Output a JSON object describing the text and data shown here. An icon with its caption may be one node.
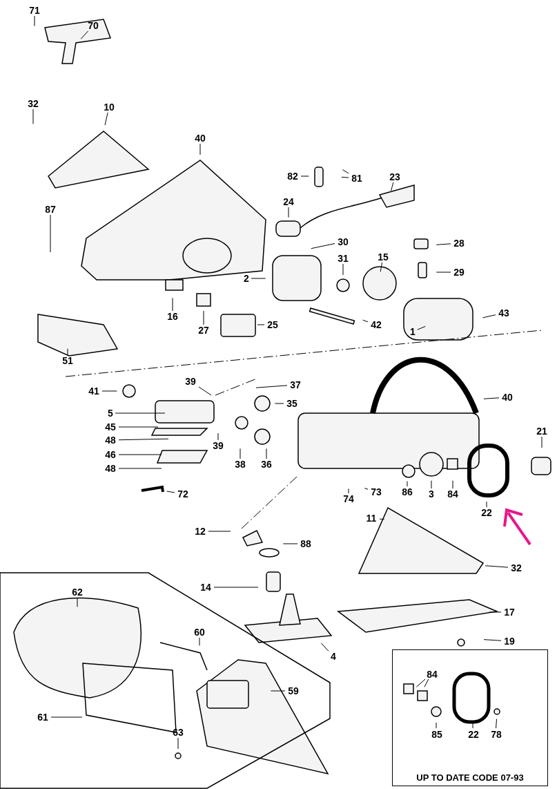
{
  "diagram": {
    "nodes": [
      {
        "text": [],
        "shape": "box"
      },
      {
        "text": [
          "UP TO DATE CODE 07-93"
        ]
      },
      {
        "text": [
          "71"
        ]
      },
      {
        "text": [
          "70"
        ]
      },
      {
        "text": [
          "32"
        ]
      },
      {
        "text": [
          "10"
        ]
      },
      {
        "text": [
          "40"
        ]
      },
      {
        "text": [
          "82"
        ]
      },
      {
        "text": [
          "81"
        ]
      },
      {
        "text": [
          "23"
        ]
      },
      {
        "text": [
          "24"
        ]
      },
      {
        "text": [
          "87"
        ]
      },
      {
        "text": [
          "30"
        ]
      },
      {
        "text": [
          "28"
        ]
      },
      {
        "text": [
          "15"
        ]
      },
      {
        "text": [
          "31"
        ]
      },
      {
        "text": [
          "2"
        ]
      },
      {
        "text": [
          "29"
        ]
      },
      {
        "text": [
          "16"
        ]
      },
      {
        "text": [
          "27"
        ]
      },
      {
        "text": [
          "25"
        ]
      },
      {
        "text": [
          "42"
        ]
      },
      {
        "text": [
          "43"
        ]
      },
      {
        "text": [
          "1"
        ]
      },
      {
        "text": [
          "51"
        ]
      },
      {
        "text": [
          "39"
        ]
      },
      {
        "text": [
          "37"
        ]
      },
      {
        "text": [
          "41"
        ]
      },
      {
        "text": [
          "35"
        ]
      },
      {
        "text": [
          "40"
        ]
      },
      {
        "text": [
          "5"
        ]
      },
      {
        "text": [
          "45"
        ]
      },
      {
        "text": [
          "48"
        ]
      },
      {
        "text": [
          "39"
        ]
      },
      {
        "text": [
          "46"
        ]
      },
      {
        "text": [
          "38"
        ]
      },
      {
        "text": [
          "36"
        ]
      },
      {
        "text": [
          "48"
        ]
      },
      {
        "text": [
          "21"
        ]
      },
      {
        "text": [
          "86"
        ]
      },
      {
        "text": [
          "3"
        ]
      },
      {
        "text": [
          "84"
        ]
      },
      {
        "text": [
          "74"
        ]
      },
      {
        "text": [
          "73"
        ]
      },
      {
        "text": [
          "72"
        ]
      },
      {
        "text": [
          "22"
        ]
      },
      {
        "text": [
          "11"
        ]
      },
      {
        "text": [
          "12"
        ]
      },
      {
        "text": [
          "88"
        ]
      },
      {
        "text": [
          "32"
        ]
      },
      {
        "text": [
          "14"
        ]
      },
      {
        "text": [
          "17"
        ]
      },
      {
        "text": [
          "19"
        ]
      },
      {
        "text": [
          "4"
        ]
      },
      {
        "text": [
          "62"
        ],
        "in": 0
      },
      {
        "text": [
          "60"
        ],
        "in": 0
      },
      {
        "text": [
          "59"
        ],
        "in": 0
      },
      {
        "text": [
          "61"
        ],
        "in": 0
      },
      {
        "text": [
          "63"
        ],
        "in": 0
      },
      {
        "text": [
          "84"
        ],
        "in": 1
      },
      {
        "text": [
          "85"
        ],
        "in": 1
      },
      {
        "text": [
          "22"
        ],
        "in": 1
      },
      {
        "text": [
          "78"
        ],
        "in": 1
      }
    ],
    "edges": [
      {
        "from": 2,
        "to": null,
        "arrow": "none"
      },
      {
        "from": 3,
        "to": null,
        "arrow": "none"
      },
      {
        "from": 4,
        "to": null,
        "arrow": "none"
      },
      {
        "from": 5,
        "to": null,
        "arrow": "none"
      },
      {
        "from": 6,
        "to": null,
        "arrow": "none"
      },
      {
        "from": 7,
        "to": null,
        "arrow": "none"
      },
      {
        "from": 8,
        "to": null,
        "arrow": "none"
      },
      {
        "from": 8,
        "to": null,
        "arrow": "none"
      },
      {
        "from": 9,
        "to": null,
        "arrow": "none"
      },
      {
        "from": 10,
        "to": null,
        "arrow": "none"
      },
      {
        "from": 11,
        "to": null,
        "arrow": "none"
      },
      {
        "from": 12,
        "to": null,
        "arrow": "none"
      },
      {
        "from": 13,
        "to": null,
        "arrow": "none"
      },
      {
        "from": 14,
        "to": null,
        "arrow": "none"
      },
      {
        "from": 15,
        "to": null,
        "arrow": "none"
      },
      {
        "from": 16,
        "to": null,
        "arrow": "none"
      },
      {
        "from": 17,
        "to": null,
        "arrow": "none"
      },
      {
        "from": 18,
        "to": null,
        "arrow": "none"
      },
      {
        "from": 19,
        "to": null,
        "arrow": "none"
      },
      {
        "from": 20,
        "to": null,
        "arrow": "none"
      },
      {
        "from": 21,
        "to": null,
        "arrow": "none"
      },
      {
        "from": 22,
        "to": null,
        "arrow": "none"
      },
      {
        "from": 23,
        "to": null,
        "arrow": "none"
      },
      {
        "from": 24,
        "to": null,
        "arrow": "none"
      },
      {
        "from": 25,
        "to": null,
        "arrow": "none"
      },
      {
        "from": 26,
        "to": null,
        "arrow": "none"
      },
      {
        "from": 27,
        "to": null,
        "arrow": "none"
      },
      {
        "from": 28,
        "to": null,
        "arrow": "none"
      },
      {
        "from": 29,
        "to": null,
        "arrow": "none"
      },
      {
        "from": 30,
        "to": null,
        "arrow": "none"
      },
      {
        "from": 31,
        "to": null,
        "arrow": "none"
      },
      {
        "from": 32,
        "to": null,
        "arrow": "none"
      },
      {
        "from": 33,
        "to": null,
        "arrow": "none"
      },
      {
        "from": 34,
        "to": null,
        "arrow": "none"
      },
      {
        "from": 35,
        "to": null,
        "arrow": "none"
      },
      {
        "from": 36,
        "to": null,
        "arrow": "none"
      },
      {
        "from": 37,
        "to": null,
        "arrow": "none"
      },
      {
        "from": 38,
        "to": null,
        "arrow": "none"
      },
      {
        "from": 39,
        "to": null,
        "arrow": "none"
      },
      {
        "from": 40,
        "to": null,
        "arrow": "none"
      },
      {
        "from": 41,
        "to": null,
        "arrow": "none"
      },
      {
        "from": 42,
        "to": null,
        "arrow": "none"
      },
      {
        "from": 43,
        "to": null,
        "arrow": "none"
      },
      {
        "from": 44,
        "to": null,
        "arrow": "none"
      },
      {
        "from": 45,
        "to": null,
        "arrow": "none"
      },
      {
        "from": 46,
        "to": null,
        "arrow": "none"
      },
      {
        "from": 47,
        "to": null,
        "arrow": "none"
      },
      {
        "from": 48,
        "to": null,
        "arrow": "none"
      },
      {
        "from": 49,
        "to": null,
        "arrow": "none"
      },
      {
        "from": 50,
        "to": null,
        "arrow": "none"
      },
      {
        "from": 51,
        "to": null,
        "arrow": "none"
      },
      {
        "from": 52,
        "to": null,
        "arrow": "none"
      },
      {
        "from": 53,
        "to": null,
        "arrow": "none"
      },
      {
        "from": 54,
        "to": null,
        "arrow": "none"
      },
      {
        "from": 55,
        "to": null,
        "arrow": "none"
      },
      {
        "from": 56,
        "to": null,
        "arrow": "none"
      },
      {
        "from": 57,
        "to": null,
        "arrow": "none"
      },
      {
        "from": 58,
        "to": null,
        "arrow": "none"
      },
      {
        "from": 59,
        "to": null,
        "arrow": "none"
      },
      {
        "from": 59,
        "to": null,
        "arrow": "none"
      },
      {
        "from": 60,
        "to": null,
        "arrow": "none"
      },
      {
        "from": 61,
        "to": null,
        "arrow": "none"
      },
      {
        "from": 62,
        "to": null,
        "arrow": "none"
      }
    ]
  }
}
